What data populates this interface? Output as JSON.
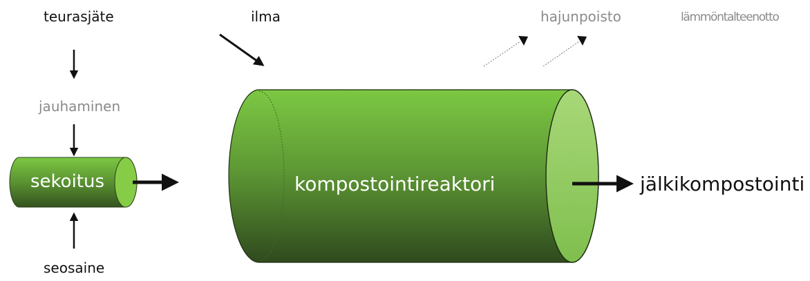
{
  "labels": {
    "teurasjate": "teurasjäte",
    "ilma": "ilma",
    "hajunpoisto": "hajunpoisto",
    "lammontalteenotto": "lämmöntalteenotto",
    "jauhaminen": "jauhaminen",
    "sekoitus": "sekoitus",
    "kompostointireaktori": "kompostointireaktori",
    "jalkikompostointi": "jälkikompostointi",
    "seosaine": "seosaine"
  },
  "colors": {
    "cylinder_light": "#7cc843",
    "cylinder_dark": "#2f4a1e",
    "cap": "#a8d878",
    "arrow": "#111111",
    "muted_text": "#8a8a8a"
  }
}
